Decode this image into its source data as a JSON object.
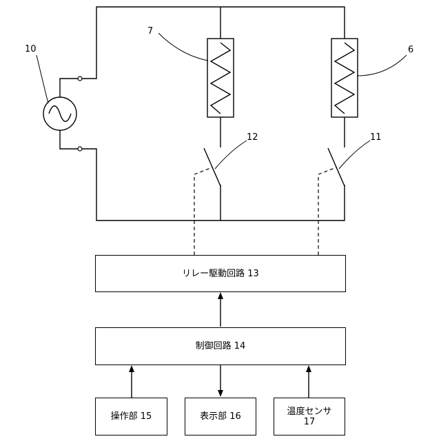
{
  "labels": {
    "source": "10",
    "heater_left": "7",
    "heater_right": "6",
    "switch_left": "12",
    "switch_right": "11"
  },
  "blocks": {
    "relay_driver": "リレー駆動回路 13",
    "control": "制御回路 14",
    "operation": "操作部 15",
    "display": "表示部 16",
    "temp_sensor_line1": "温度センサ",
    "temp_sensor_line2": "17"
  }
}
